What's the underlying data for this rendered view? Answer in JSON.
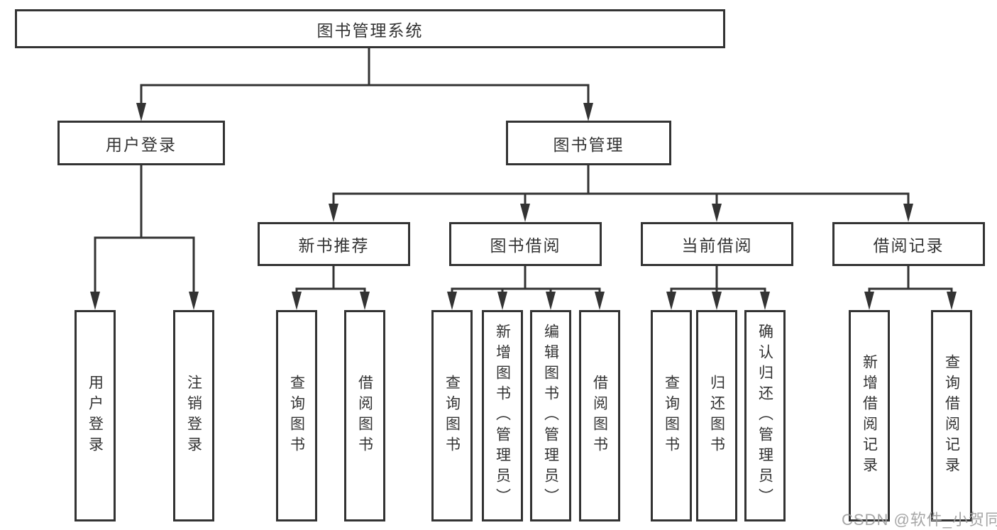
{
  "diagram": {
    "title": "图书管理系统",
    "tree": {
      "root": {
        "label": "图书管理系统"
      },
      "level2": [
        {
          "label": "用户登录",
          "parent": "图书管理系统"
        },
        {
          "label": "图书管理",
          "parent": "图书管理系统"
        }
      ],
      "level3": [
        {
          "label": "新书推荐",
          "parent": "图书管理"
        },
        {
          "label": "图书借阅",
          "parent": "图书管理"
        },
        {
          "label": "当前借阅",
          "parent": "图书管理"
        },
        {
          "label": "借阅记录",
          "parent": "图书管理"
        }
      ],
      "leaves": [
        {
          "label": "用户登录",
          "parent": "用户登录"
        },
        {
          "label": "注销登录",
          "parent": "用户登录"
        },
        {
          "label": "查询图书",
          "parent": "新书推荐"
        },
        {
          "label": "借阅图书",
          "parent": "新书推荐"
        },
        {
          "label": "查询图书",
          "parent": "图书借阅"
        },
        {
          "label": "新增图书（管理员）",
          "parent": "图书借阅"
        },
        {
          "label": "编辑图书（管理员）",
          "parent": "图书借阅"
        },
        {
          "label": "借阅图书",
          "parent": "图书借阅"
        },
        {
          "label": "查询图书",
          "parent": "当前借阅"
        },
        {
          "label": "归还图书",
          "parent": "当前借阅"
        },
        {
          "label": "确认归还（管理员）",
          "parent": "当前借阅"
        },
        {
          "label": "新增借阅记录",
          "parent": "借阅记录"
        },
        {
          "label": "查询借阅记录",
          "parent": "借阅记录"
        }
      ]
    },
    "watermark": "CSDN @软件_小贺同学",
    "colors": {
      "line": "#333333",
      "text": "#333333",
      "background": "#ffffff",
      "watermark": "#9e9e9e"
    }
  }
}
